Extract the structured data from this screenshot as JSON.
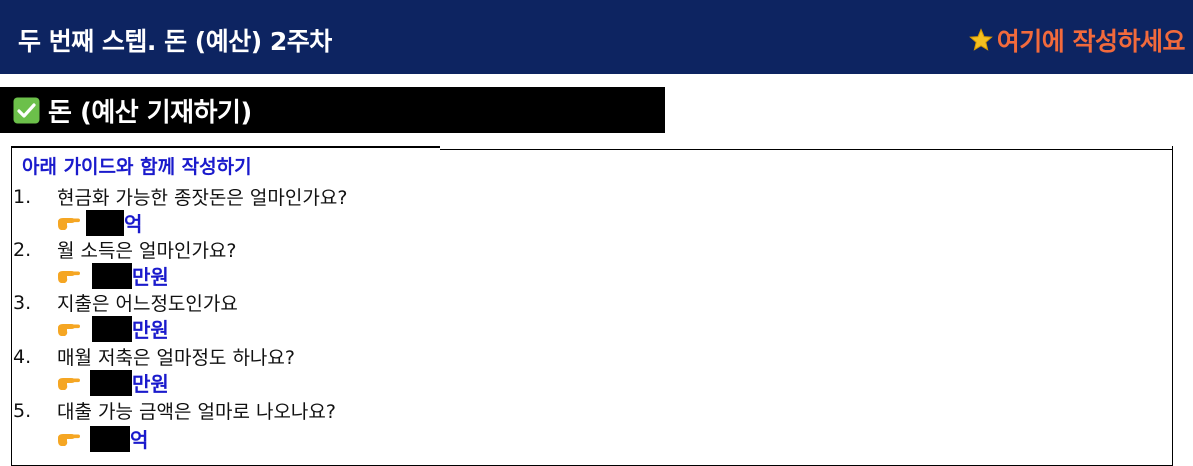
{
  "header": {
    "title": "두 번째 스텝.  돈 (예산)  2주차",
    "note": "여기에 작성하세요"
  },
  "section": {
    "title": "돈 (예산 기재하기)"
  },
  "guide": {
    "title": "아래 가이드와 함께 작성하기",
    "questions": [
      {
        "number": "1.",
        "text": "현금화 가능한 종잣돈은 얼마인가요?",
        "unit": "억"
      },
      {
        "number": "2.",
        "text": "월 소득은 얼마인가요?",
        "unit": "만원"
      },
      {
        "number": "3.",
        "text": "지출은 어느정도인가요",
        "unit": "만원"
      },
      {
        "number": "4.",
        "text": "매월 저축은 얼마정도 하나요?",
        "unit": "만원"
      },
      {
        "number": "5.",
        "text": "대출 가능 금액은 얼마로 나오나요?",
        "unit": "억"
      }
    ]
  },
  "colors": {
    "header_bg": "#0d2461",
    "note_orange": "#f26a3c",
    "guide_blue": "#1a1acc"
  }
}
